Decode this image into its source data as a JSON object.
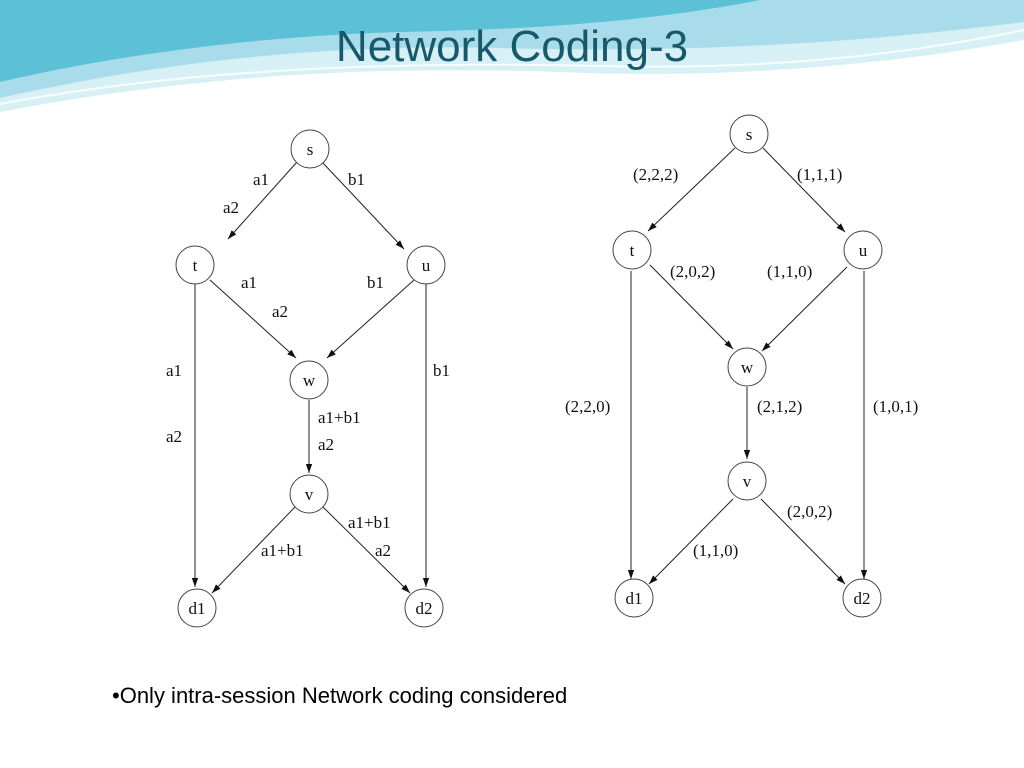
{
  "title": "Network Coding-3",
  "bullet": "•Only intra-session Network coding considered",
  "colors": {
    "title": "#17596b",
    "wave_dark": "#4ab6cf",
    "wave_light": "#c8eaf3"
  },
  "left_graph": {
    "nodes": [
      "s",
      "t",
      "u",
      "w",
      "v",
      "d1",
      "d2"
    ],
    "edges": [
      {
        "from": "s",
        "to": "t",
        "labels": [
          "a1",
          "a2"
        ]
      },
      {
        "from": "s",
        "to": "u",
        "labels": [
          "b1"
        ]
      },
      {
        "from": "t",
        "to": "w",
        "labels": [
          "a1",
          "a2"
        ]
      },
      {
        "from": "u",
        "to": "w",
        "labels": [
          "b1"
        ]
      },
      {
        "from": "t",
        "to": "d1",
        "labels": [
          "a1",
          "a2"
        ]
      },
      {
        "from": "u",
        "to": "d2",
        "labels": [
          "b1"
        ]
      },
      {
        "from": "w",
        "to": "v",
        "labels": [
          "a1+b1",
          "a2"
        ]
      },
      {
        "from": "v",
        "to": "d1",
        "labels": [
          "a1+b1"
        ]
      },
      {
        "from": "v",
        "to": "d2",
        "labels": [
          "a1+b1",
          "a2"
        ]
      }
    ]
  },
  "right_graph": {
    "nodes": [
      "s",
      "t",
      "u",
      "w",
      "v",
      "d1",
      "d2"
    ],
    "edges": [
      {
        "from": "s",
        "to": "t",
        "label": "(2,2,2)"
      },
      {
        "from": "s",
        "to": "u",
        "label": "(1,1,1)"
      },
      {
        "from": "t",
        "to": "w",
        "label": "(2,0,2)"
      },
      {
        "from": "u",
        "to": "w",
        "label": "(1,1,0)"
      },
      {
        "from": "t",
        "to": "d1",
        "label": "(2,2,0)"
      },
      {
        "from": "u",
        "to": "d2",
        "label": "(1,0,1)"
      },
      {
        "from": "w",
        "to": "v",
        "label": "(2,1,2)"
      },
      {
        "from": "v",
        "to": "d1",
        "label": "(1,1,0)"
      },
      {
        "from": "v",
        "to": "d2",
        "label": "(2,0,2)"
      }
    ]
  }
}
